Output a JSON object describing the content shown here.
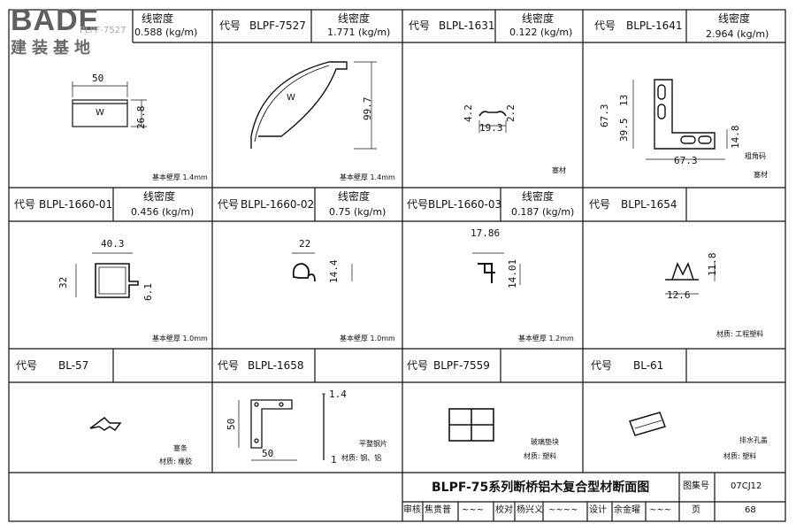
{
  "brand": {
    "logo": "BADE",
    "subtitle": "建装基地",
    "watermark": "PLPF-7527"
  },
  "labels": {
    "code": "代号",
    "density": "线密度"
  },
  "cells": [
    {
      "code": "",
      "density": "0.588 (kg/m)",
      "dims": [
        "50",
        "26.8"
      ],
      "tag": "W",
      "note": "基本壁厚 1.4mm"
    },
    {
      "code": "BLPF-7527",
      "density": "1.771 (kg/m)",
      "dims": [
        "99.7"
      ],
      "tag": "W",
      "note": "基本壁厚 1.4mm"
    },
    {
      "code": "BLPL-1631",
      "density": "0.122 (kg/m)",
      "dims": [
        "4.2",
        "2.2",
        "19.3"
      ],
      "note": "塞材"
    },
    {
      "code": "BLPL-1641",
      "density": "2.964 (kg/m)",
      "dims": [
        "67.3",
        "13",
        "39.5",
        "14.8",
        "67.3"
      ],
      "note_a": "粗角码",
      "note": "塞材"
    },
    {
      "code": "BLPL-1660-01",
      "density": "0.456 (kg/m)",
      "dims": [
        "40.3",
        "32",
        "6.1"
      ],
      "note": "基本壁厚 1.0mm"
    },
    {
      "code": "BLPL-1660-02",
      "density": "0.75 (kg/m)",
      "dims": [
        "22",
        "14.4"
      ],
      "note": "基本壁厚 1.0mm"
    },
    {
      "code": "BLPL-1660-03",
      "density": "0.187 (kg/m)",
      "dims": [
        "17.86",
        "14.01"
      ],
      "note": "基本壁厚 1.2mm"
    },
    {
      "code": "BLPL-1654",
      "density": "",
      "dims": [
        "11.8",
        "12.6"
      ],
      "note": "材质: 工程塑料"
    },
    {
      "code": "BL-57",
      "note_a": "塞条",
      "note": "材质: 橡胶"
    },
    {
      "code": "BLPL-1658",
      "dims": [
        "1.4",
        "50",
        "50",
        "1"
      ],
      "note_a": "平整钢片",
      "note": "材质: 钢、铝"
    },
    {
      "code": "BLPF-7559",
      "note_a": "玻璃垫块",
      "note": "材质: 塑料"
    },
    {
      "code": "BL-61",
      "note_a": "排水孔盖",
      "note": "材质: 塑料"
    }
  ],
  "titleblock": {
    "title": "BLPF-75系列断桥铝木复合型材断面图",
    "atlas_label": "图集号",
    "atlas_no": "07CJ12",
    "page_label": "页",
    "page_no": "68",
    "review_label": "审核",
    "review_name": "焦贵普",
    "check_label": "校对",
    "check_name": "杨兴义",
    "design_label": "设计",
    "design_name": "余金曜"
  }
}
